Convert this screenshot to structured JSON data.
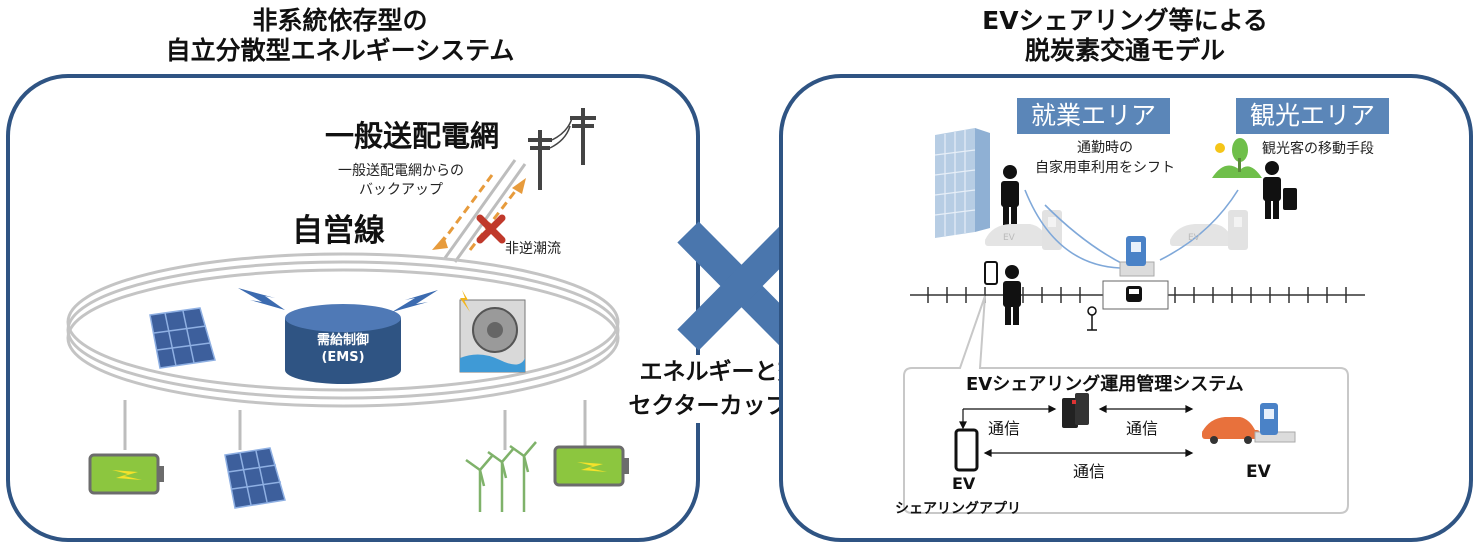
{
  "left": {
    "title_line1": "非系統依存型の",
    "title_line2": "自立分散型エネルギーシステム",
    "grid_label": "一般送配電網",
    "backup_label_line1": "一般送配電網からの",
    "backup_label_line2": "バックアップ",
    "private_line_label": "自営線",
    "no_reverse_flow_label": "非逆潮流",
    "ems_line1": "需給制御",
    "ems_line2": "(EMS)"
  },
  "center": {
    "line1": "エネルギーと交通の",
    "line2": "セクターカップリング"
  },
  "right": {
    "title_line1": "EVシェアリング等による",
    "title_line2": "脱炭素交通モデル",
    "work_area_label": "就業エリア",
    "tourism_area_label": "観光エリア",
    "commute_line1": "通勤時の",
    "commute_line2": "自家用車利用をシフト",
    "tourist_label": "観光客の移動手段",
    "system_title": "EVシェアリング運用管理システム",
    "comm_label_left": "通信",
    "comm_label_right": "通信",
    "comm_label_bottom": "通信",
    "ev_label_left": "EV",
    "app_label": "シェアリングアプリ",
    "ev_label_right": "EV",
    "ev_badge": "EV"
  },
  "colors": {
    "panel_border": "#2f5483",
    "cross": "#4a76ad",
    "area_label_bg": "#5b86b8",
    "solar_panel": "#3d5f9c",
    "lightning": "#3c6bb0",
    "battery": "#8cc63f",
    "x_mark": "#c0392b",
    "ev_car": "#e8713c",
    "arrow_orange": "#e79b3c"
  },
  "icons": [
    "utility-pole-icon",
    "solar-panel-icon",
    "lightning-icon",
    "database-icon",
    "hydro-turbine-icon",
    "battery-icon",
    "wind-turbine-icon",
    "building-icon",
    "person-icon",
    "ev-charger-icon",
    "car-icon",
    "landscape-icon",
    "traveler-icon",
    "train-icon",
    "bus-stop-icon",
    "smartphone-icon",
    "server-icon"
  ]
}
